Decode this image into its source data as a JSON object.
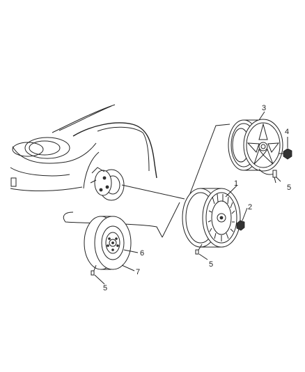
{
  "diagram": {
    "callouts": [
      "1",
      "2",
      "3",
      "4",
      "5",
      "5",
      "5",
      "6",
      "7"
    ]
  }
}
